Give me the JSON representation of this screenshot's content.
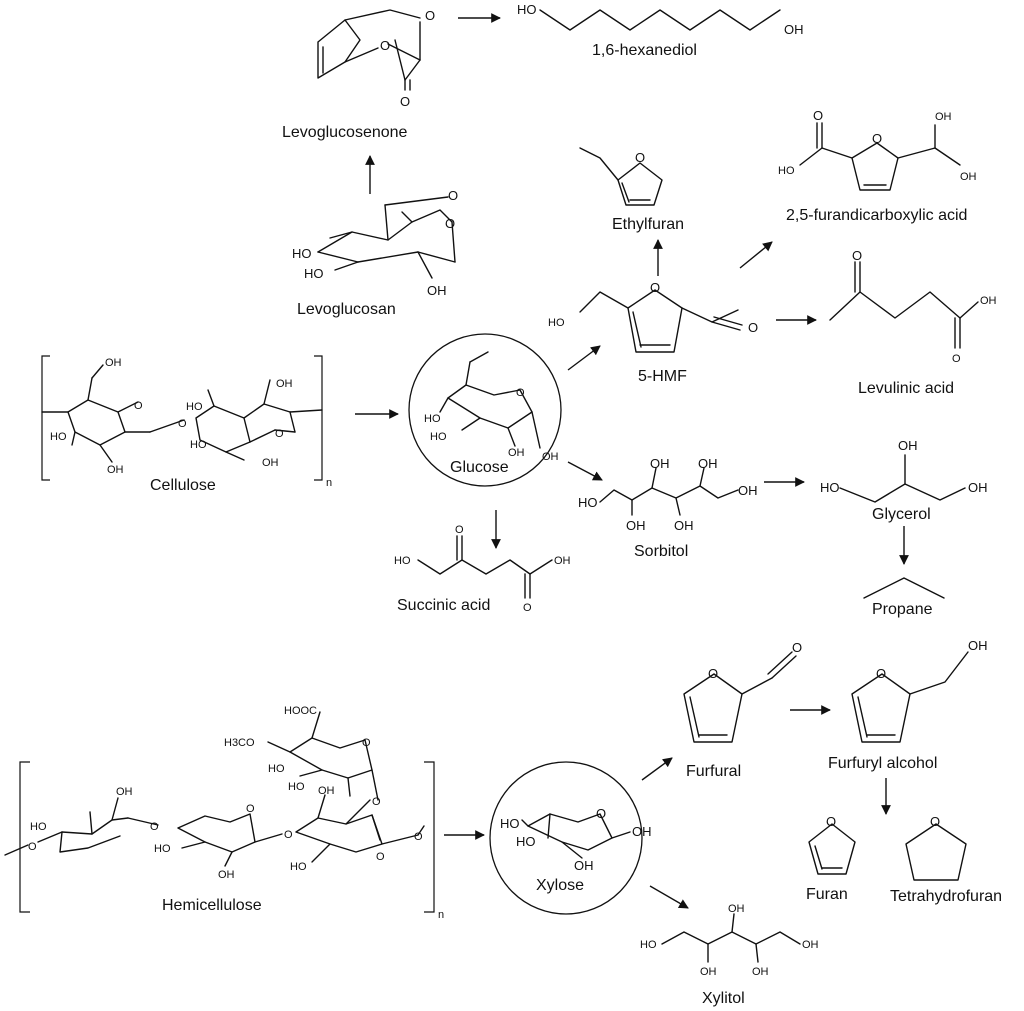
{
  "compounds": {
    "levoglucosenone": "Levoglucosenone",
    "hexanediol": "1,6-hexanediol",
    "levoglucosan": "Levoglucosan",
    "ethylfuran": "Ethylfuran",
    "fdca": "2,5-furandicarboxylic acid",
    "hmf": "5-HMF",
    "levulinic_acid": "Levulinic acid",
    "cellulose": "Cellulose",
    "glucose": "Glucose",
    "sorbitol": "Sorbitol",
    "glycerol": "Glycerol",
    "succinic_acid": "Succinic acid",
    "propane": "Propane",
    "furfural": "Furfural",
    "furfuryl_alcohol": "Furfuryl alcohol",
    "hemicellulose": "Hemicellulose",
    "xylose": "Xylose",
    "furan": "Furan",
    "tetrahydrofuran": "Tetrahydrofuran",
    "xylitol": "Xylitol"
  },
  "atoms": {
    "o": "O",
    "oh": "OH",
    "ho": "HO",
    "hooc": "HOOC",
    "h3co": "H3CO",
    "n": "n"
  }
}
